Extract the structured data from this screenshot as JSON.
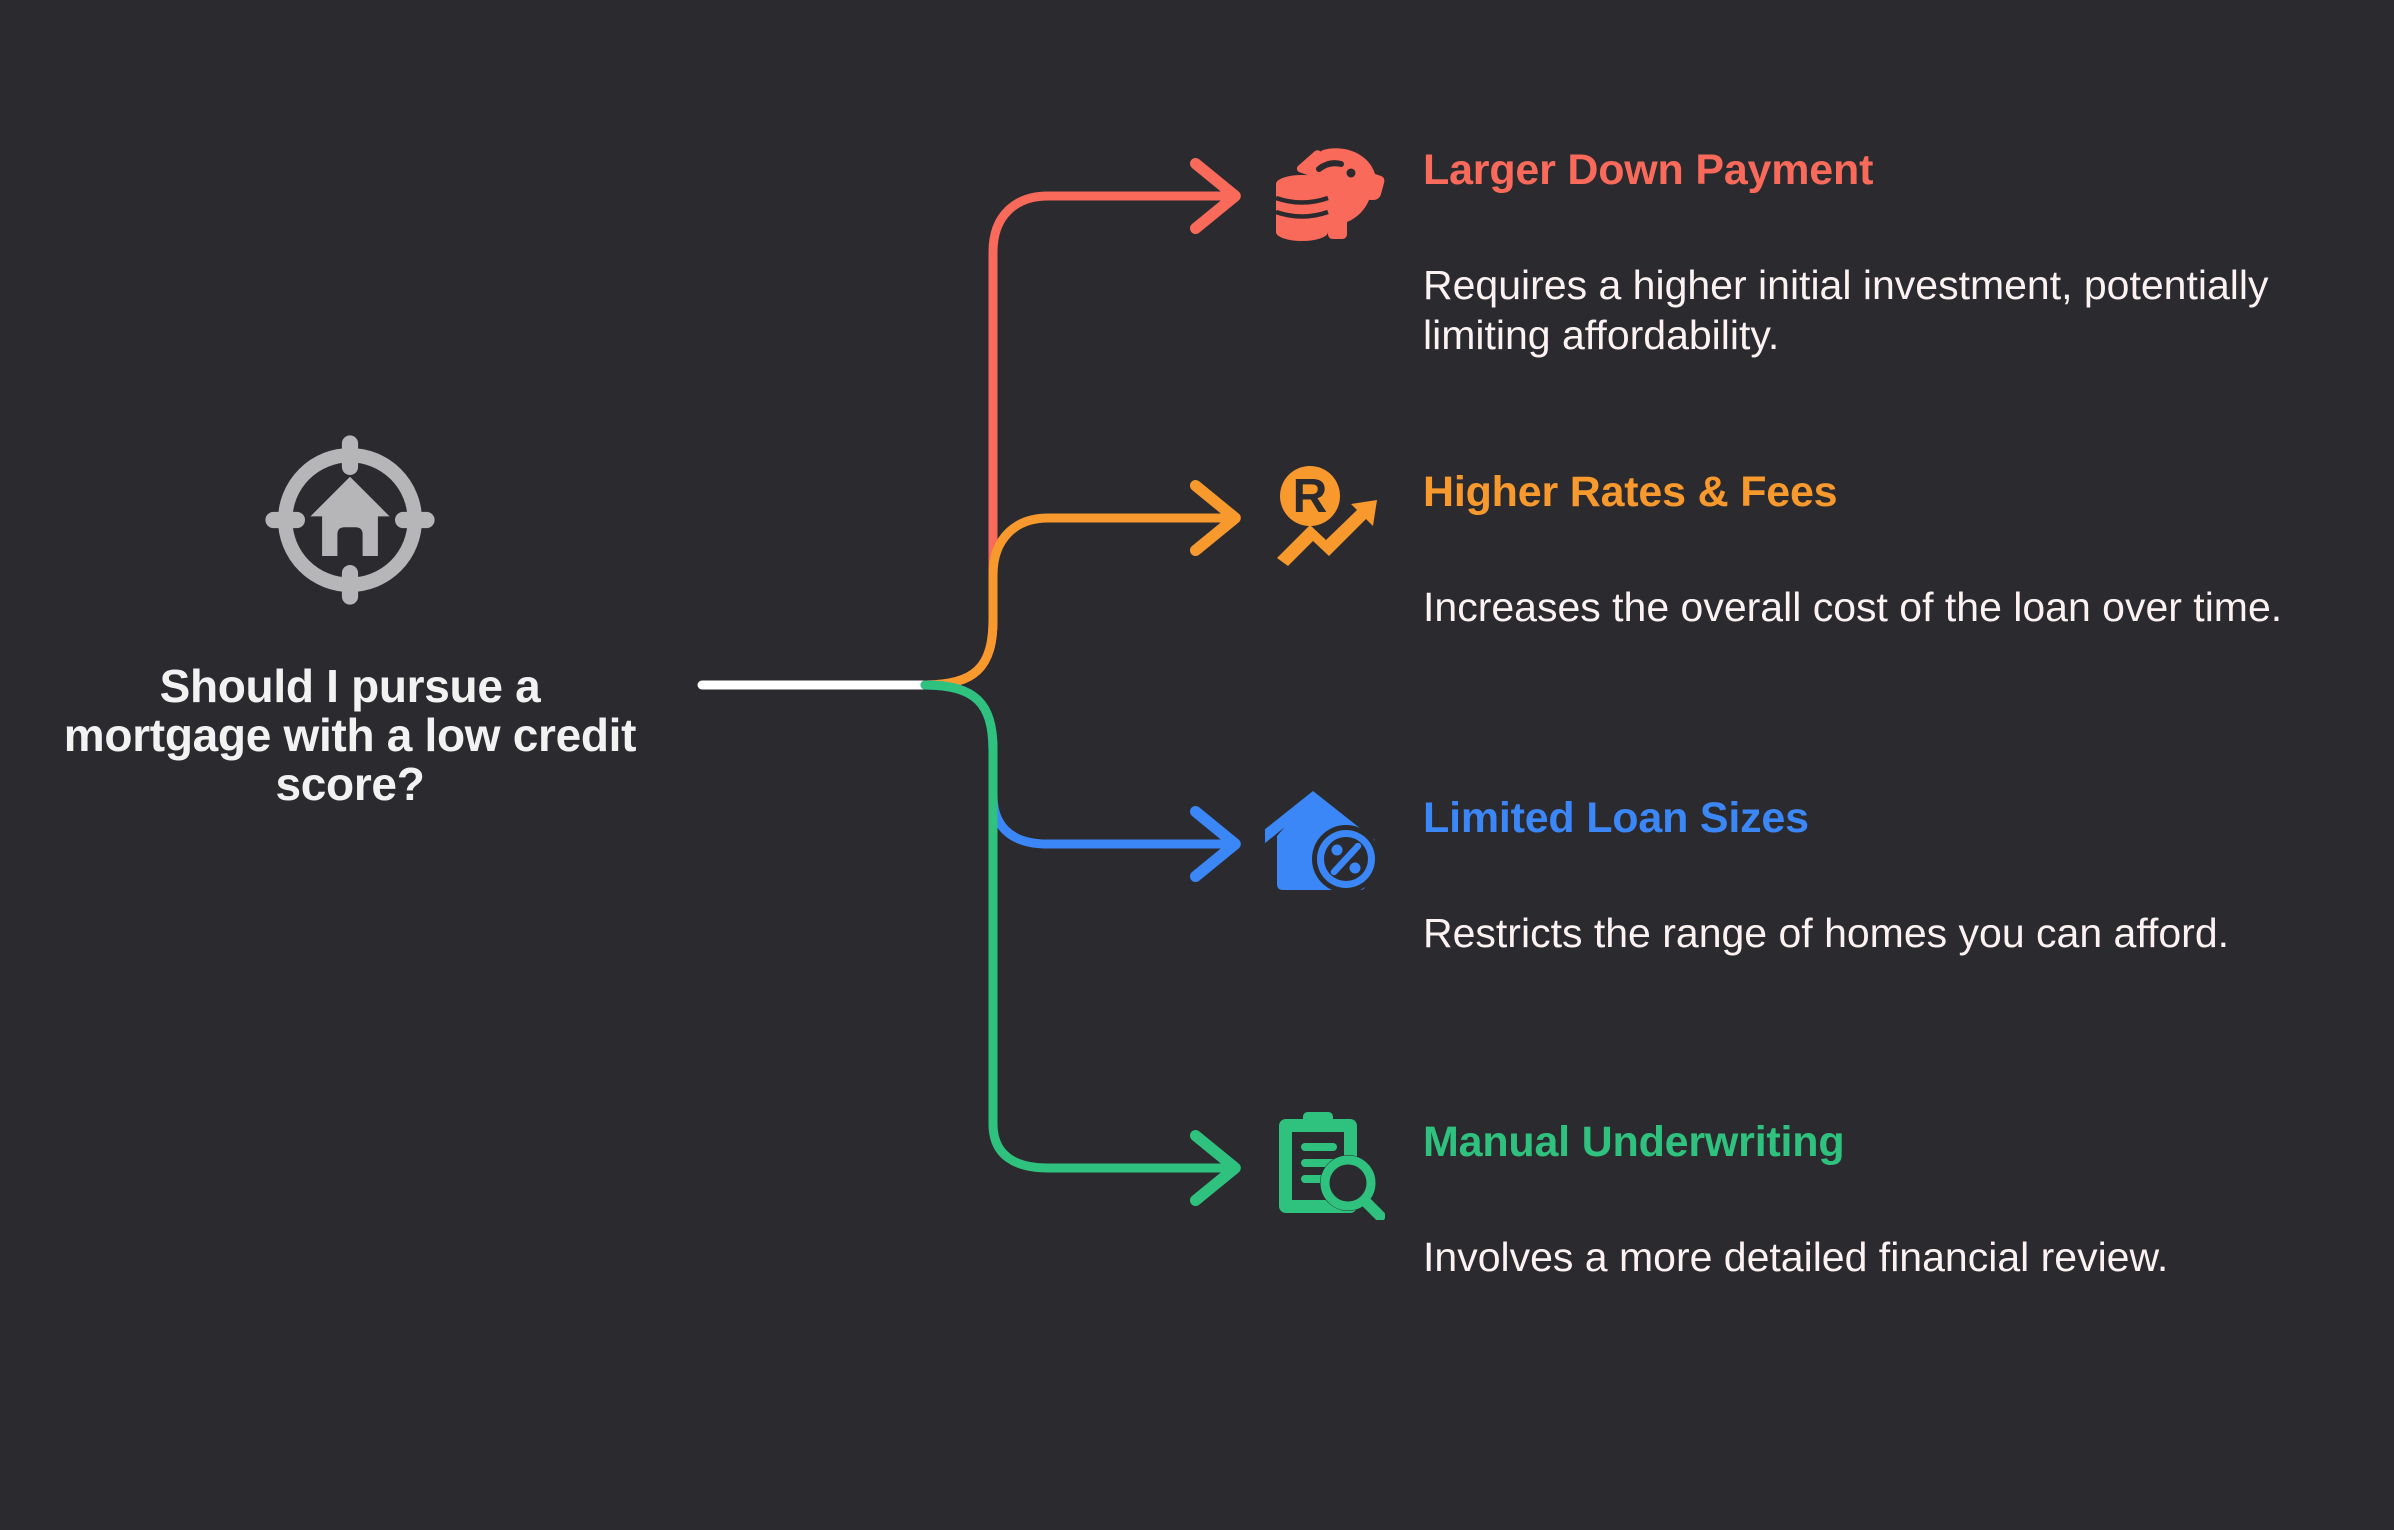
{
  "theme": {
    "background": "#2b2a2e",
    "center_icon_color": "#b6b6b8",
    "center_text_color": "#f2f2f2",
    "body_text_color": "#fdf2f2",
    "trunk_color": "#ffffff"
  },
  "center": {
    "icon": "target-house-icon",
    "question": "Should I pursue a mortgage with a low credit score?"
  },
  "branches": [
    {
      "id": "larger-down-payment",
      "icon": "piggy-bank-coins-icon",
      "title": "Larger Down Payment",
      "description": "Requires a higher initial investment, potentially limiting affordability.",
      "color": "#fa6a5a"
    },
    {
      "id": "higher-rates-fees",
      "icon": "rate-circle-arrow-up-icon",
      "title": "Higher Rates & Fees",
      "description": "Increases the overall cost of the loan over time.",
      "color": "#f8992e"
    },
    {
      "id": "limited-loan-sizes",
      "icon": "house-percent-icon",
      "title": "Limited Loan Sizes",
      "description": "Restricts the range of homes you can afford.",
      "color": "#3b87f7"
    },
    {
      "id": "manual-underwriting",
      "icon": "clipboard-search-icon",
      "title": "Manual Underwriting",
      "description": "Involves a more detailed financial review.",
      "color": "#2ec27e"
    }
  ]
}
